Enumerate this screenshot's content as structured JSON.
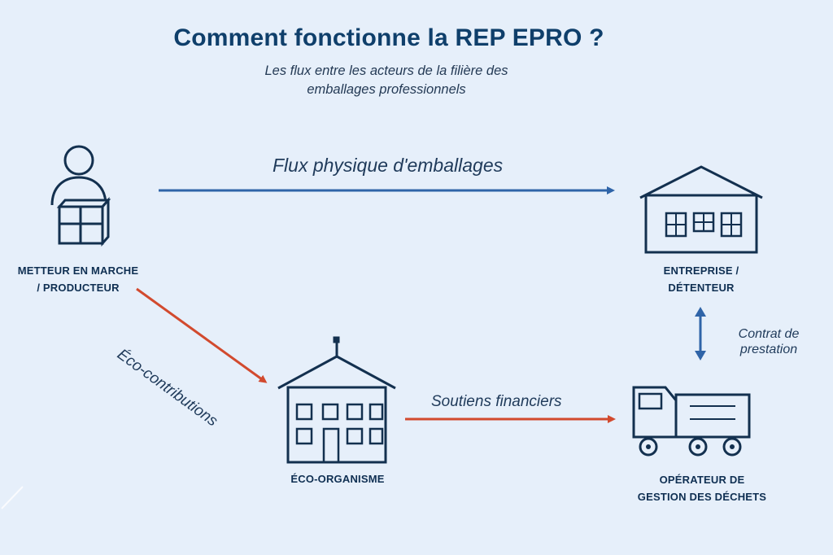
{
  "title": "Comment fonctionne la REP EPRO ?",
  "subtitle_line1": "Les flux entre les acteurs de la filière des",
  "subtitle_line2": "emballages professionnels",
  "nodes": {
    "producer": {
      "line1": "METTEUR EN MARCHE",
      "line2": "/ PRODUCTEUR"
    },
    "enterprise": {
      "line1": "ENTREPRISE /",
      "line2": "DÉTENTEUR"
    },
    "eco": {
      "line1": "ÉCO-ORGANISME"
    },
    "operator": {
      "line1": "OPÉRATEUR DE",
      "line2": "GESTION DES DÉCHETS"
    }
  },
  "flows": {
    "physical": "Flux physique d'emballages",
    "eco_contributions": "Éco-contributions",
    "financial": "Soutiens financiers",
    "contract_line1": "Contrat de",
    "contract_line2": "prestation"
  },
  "colors": {
    "background": "#e6effa",
    "blue_arrow": "#2f64a8",
    "red_arrow": "#d24a2e",
    "icon_stroke": "#13304f",
    "title": "#0f3f6b"
  }
}
